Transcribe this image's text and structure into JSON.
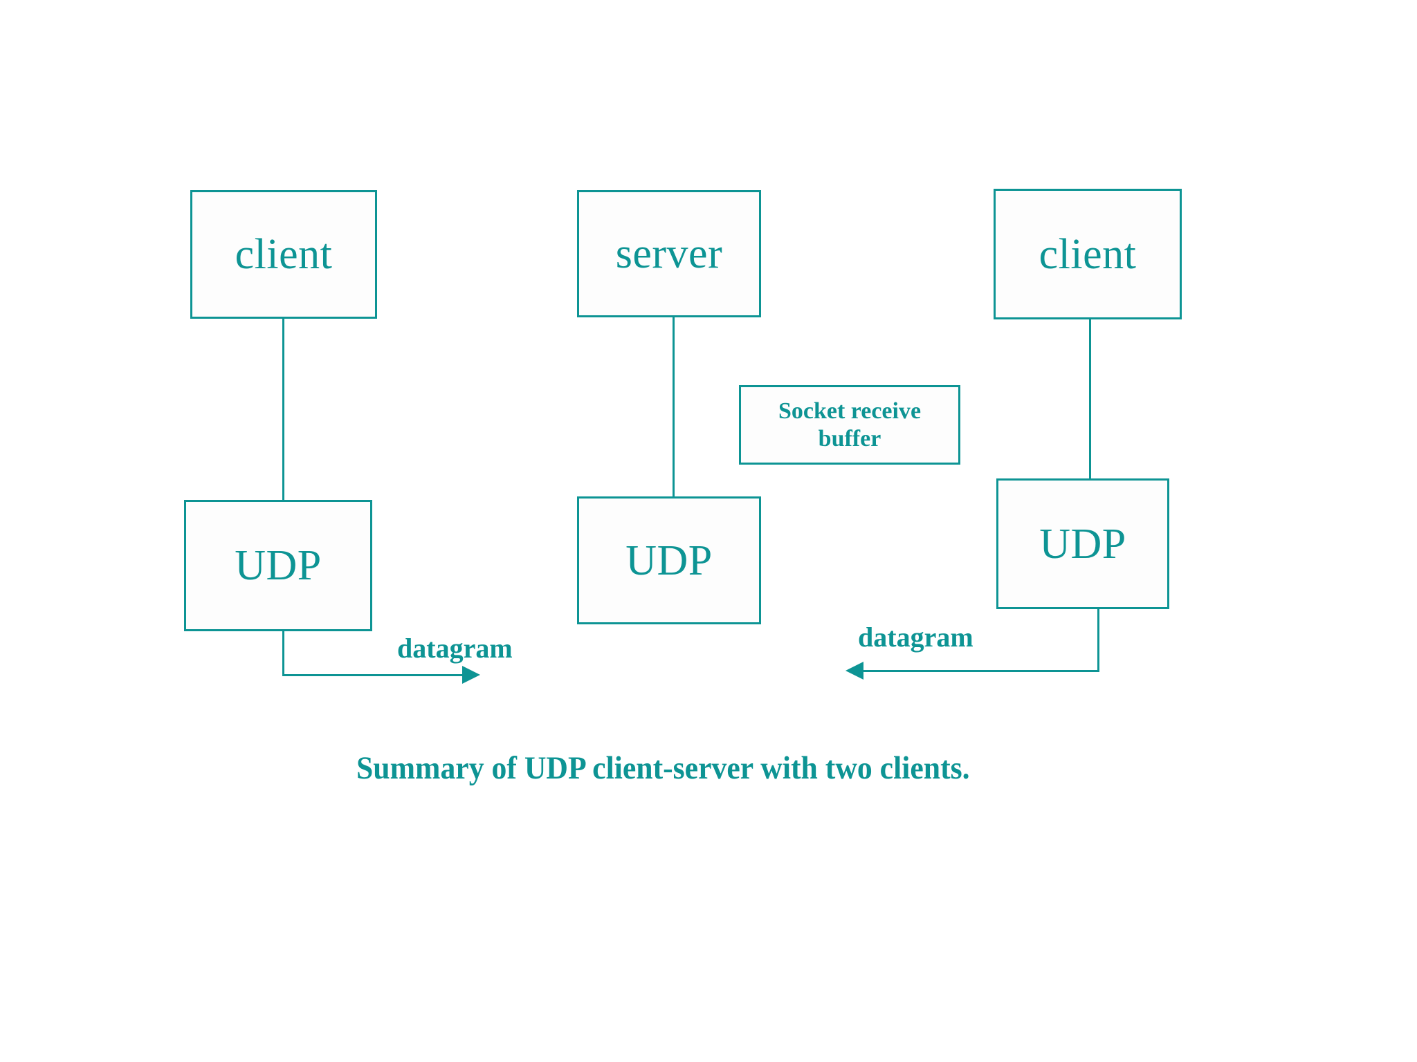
{
  "figure": {
    "caption": "Summary of UDP client-server with two clients.",
    "accent_color": "#0d9494",
    "background_color": "#ffffff"
  },
  "nodes": [
    {
      "id": "client-left",
      "label": "client"
    },
    {
      "id": "udp-left",
      "label": "UDP"
    },
    {
      "id": "server",
      "label": "server"
    },
    {
      "id": "udp-server",
      "label": "UDP"
    },
    {
      "id": "client-right",
      "label": "client"
    },
    {
      "id": "udp-right",
      "label": "UDP"
    }
  ],
  "buffer": {
    "line1": "Socket receive",
    "line2": "buffer"
  },
  "arrows": [
    {
      "id": "datagram-outbound",
      "label": "datagram",
      "direction": "right"
    },
    {
      "id": "datagram-inbound",
      "label": "datagram",
      "direction": "left"
    }
  ]
}
